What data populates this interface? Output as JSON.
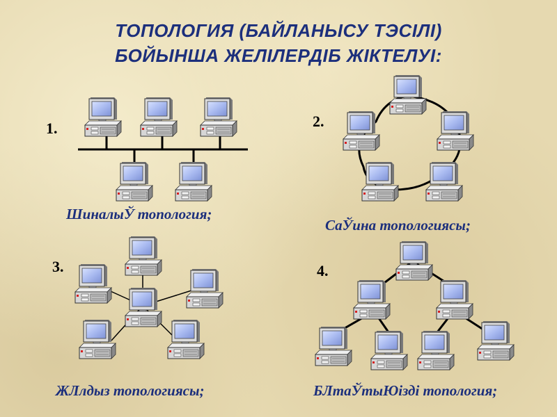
{
  "title": {
    "line1": "ТОПОЛОГИЯ (БАЙЛАНЫСУ ТЭСІЛІ)",
    "line2": "БОЙЫНША ЖЕЛІЛЕРДІБ ЖІКТЕЛУІ:"
  },
  "topologies": [
    {
      "number": "1.",
      "caption": "ШиналыЎ топология;"
    },
    {
      "number": "2.",
      "caption": "СаЎина топологиясы;"
    },
    {
      "number": "3.",
      "caption": "ЖЛлдыз топологиясы;"
    },
    {
      "number": "4.",
      "caption": "БЛтаЎтыЮізді топология;"
    }
  ],
  "icon": "desktop-computer-icon",
  "colors": {
    "title": "#1c2f7c",
    "caption": "#1c2f7c",
    "line": "#000000",
    "background": "#e6d9b0"
  }
}
